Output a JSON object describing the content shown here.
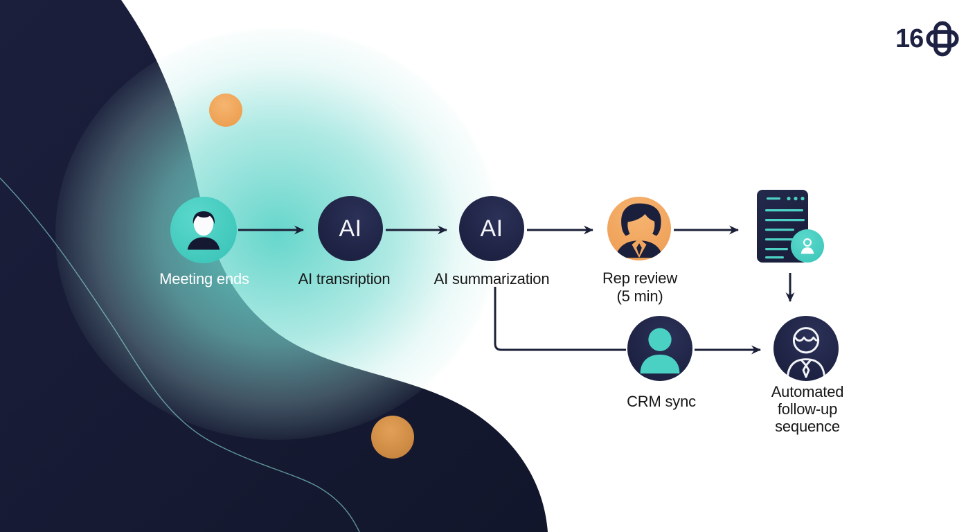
{
  "logo": {
    "number": "16",
    "icon": "cross-knot-icon"
  },
  "palette": {
    "navy": "#1d2243",
    "teal": "#4bd0c4",
    "orange": "#f2a55f",
    "glow_teal": "#6fd9cc",
    "arrow": "#1b2038",
    "text_dark": "#161616",
    "text_light": "#ffffff",
    "blob_navy": "#181c36"
  },
  "flow": {
    "nodes": [
      {
        "id": "meeting-ends",
        "label": "Meeting ends",
        "icon": "person-avatar-icon",
        "shape": "teal-circle"
      },
      {
        "id": "ai-transcription",
        "label": "AI transription",
        "badge_text": "AI",
        "shape": "navy-circle"
      },
      {
        "id": "ai-summarization",
        "label": "AI summarization",
        "badge_text": "AI",
        "shape": "navy-circle"
      },
      {
        "id": "rep-review",
        "label": "Rep review",
        "sublabel": "(5 min)",
        "icon": "woman-avatar-icon",
        "shape": "orange-circle"
      },
      {
        "id": "meeting-notes",
        "icon": "document-with-user-badge-icon",
        "shape": "document"
      },
      {
        "id": "crm-sync",
        "label": "CRM sync",
        "icon": "user-silhouette-icon",
        "shape": "navy-circle"
      },
      {
        "id": "automated-follow-up",
        "label_line1": "Automated",
        "label_line2": "follow-up",
        "label_line3": "sequence",
        "icon": "user-outline-icon",
        "shape": "navy-circle"
      }
    ],
    "connectors": [
      "meeting-ends -> ai-transcription",
      "ai-transcription -> ai-summarization",
      "ai-summarization -> rep-review",
      "rep-review -> meeting-notes",
      "meeting-notes -> automated-follow-up",
      "ai-summarization -> crm-sync (elbow)",
      "crm-sync -> automated-follow-up"
    ]
  }
}
